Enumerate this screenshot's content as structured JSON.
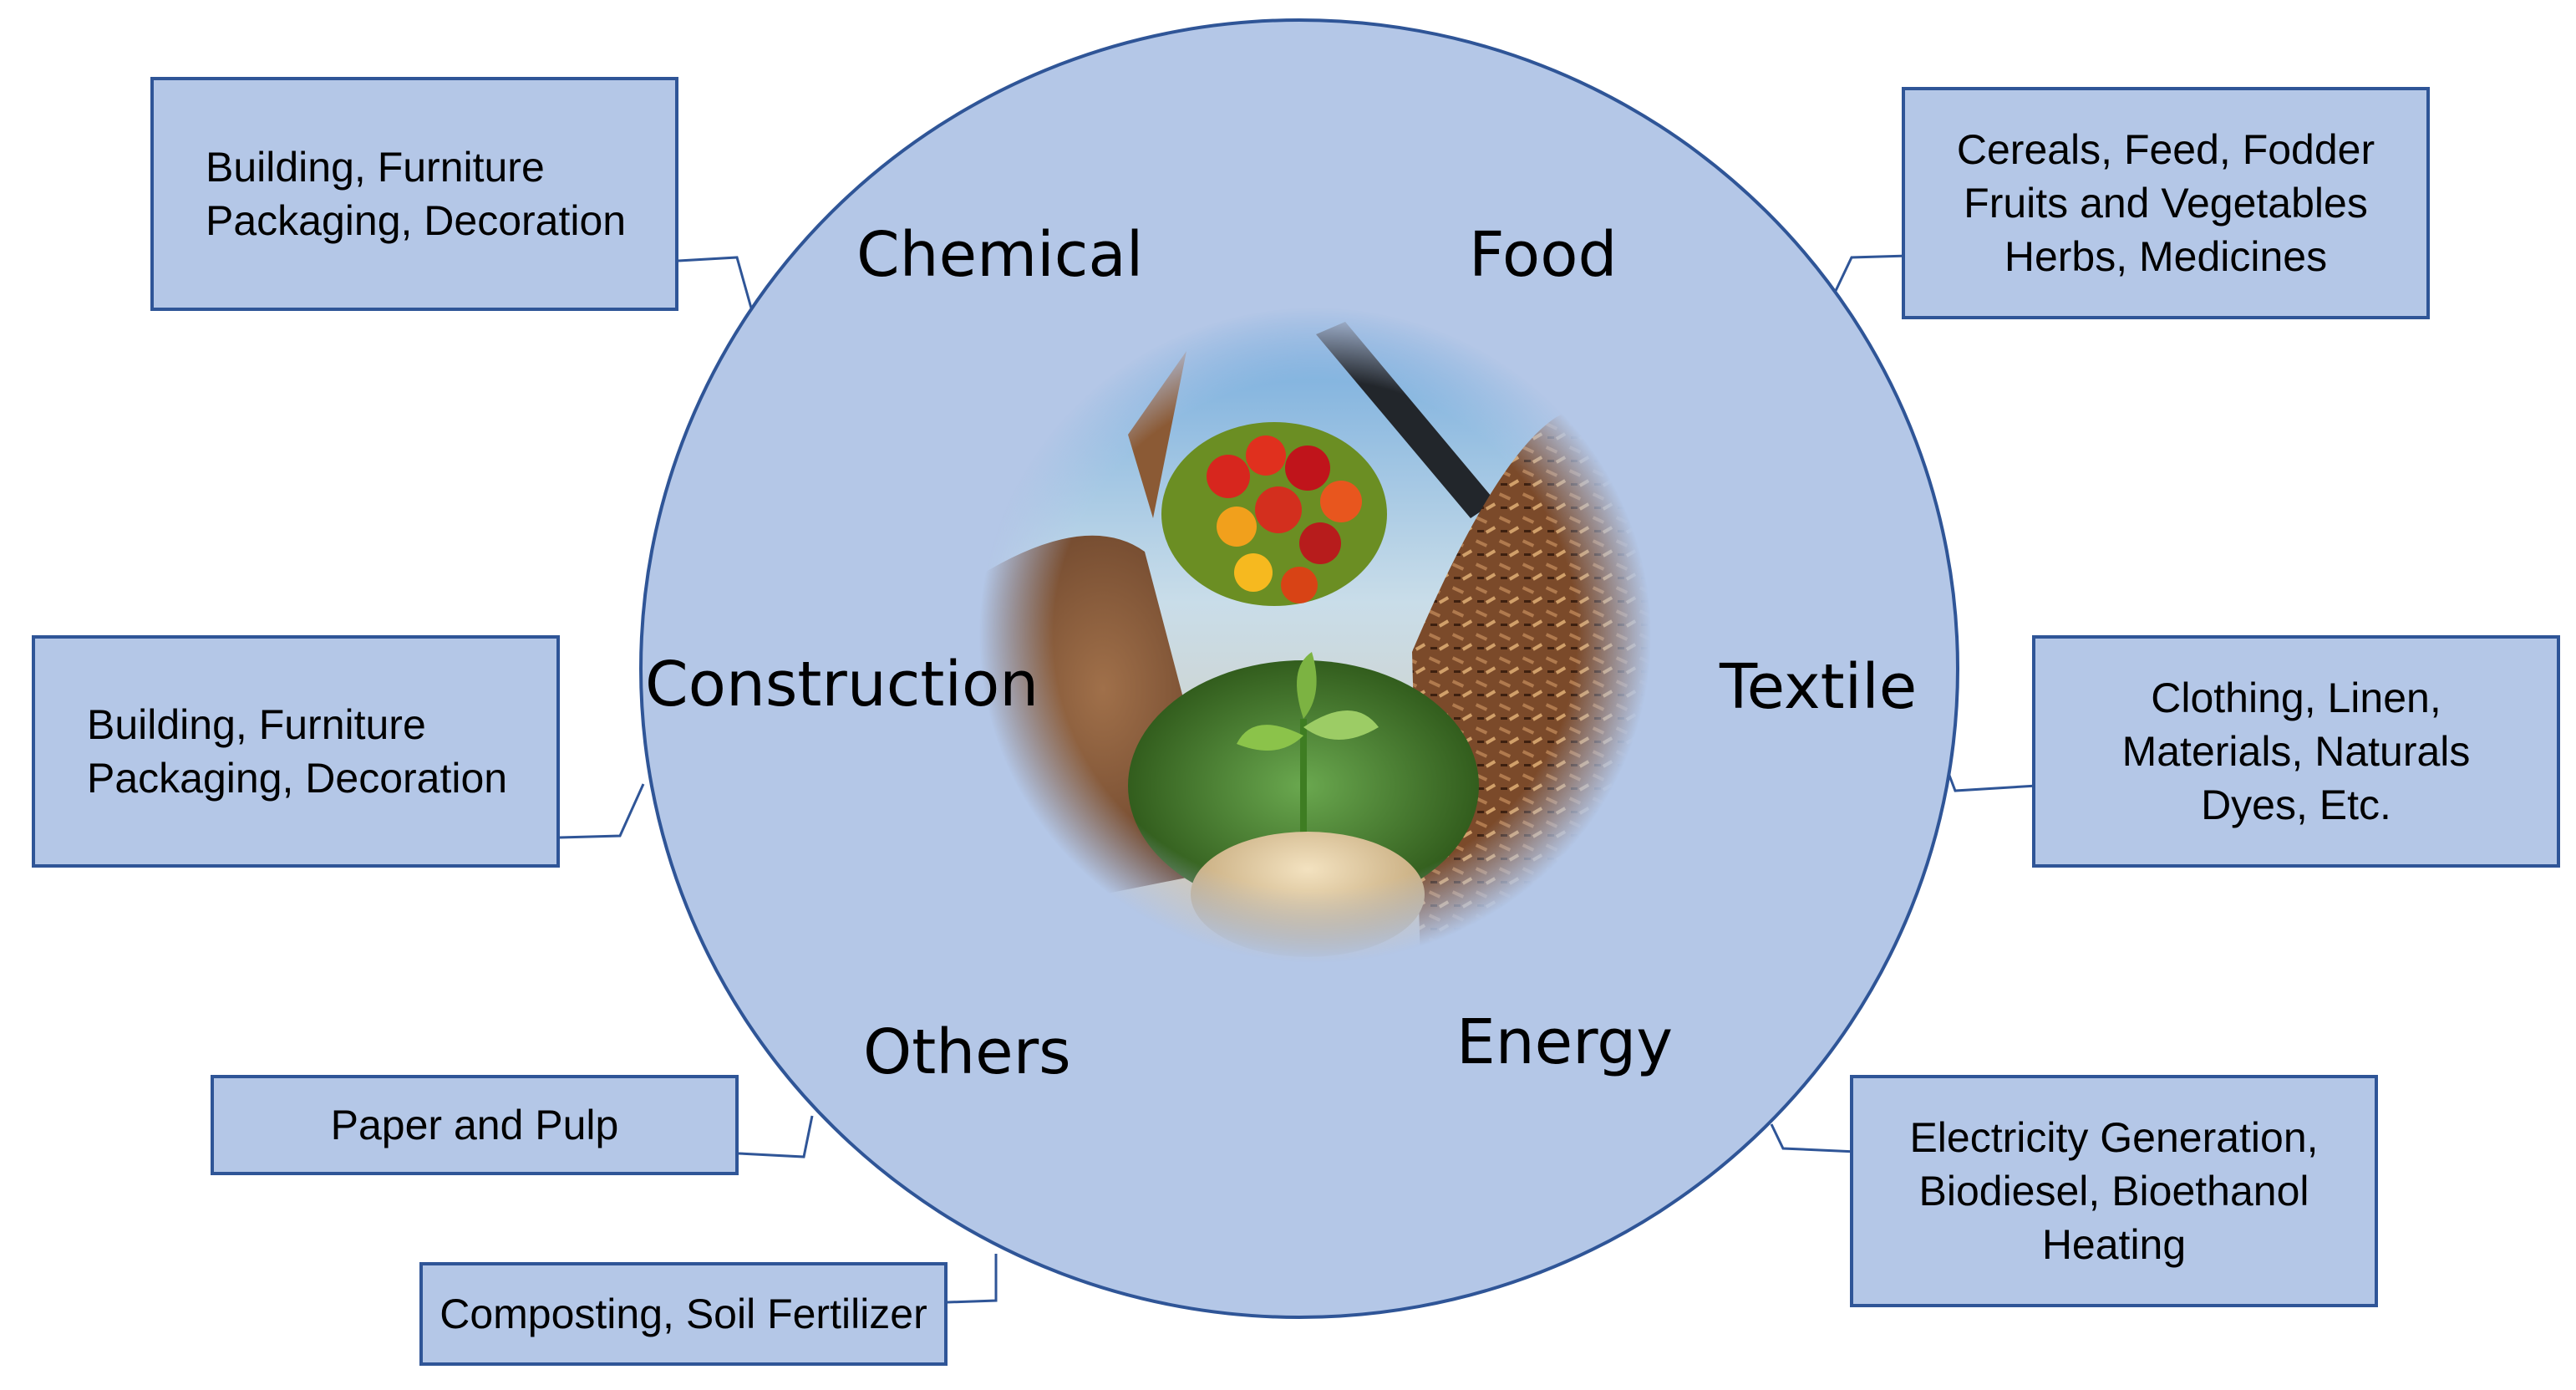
{
  "colors": {
    "circle_fill": "#b4c7e7",
    "circle_stroke": "#2f5597",
    "box_fill": "#b4c7e7",
    "box_stroke": "#2f5597",
    "connector": "#2f5597"
  },
  "center_image": {
    "icon": "biomass-photo-collage",
    "contents": [
      "vegetables-basket",
      "wood-chips",
      "seedling",
      "wood-pellets"
    ]
  },
  "sectors": {
    "chemical": "Chemical",
    "food": "Food",
    "construction": "Construction",
    "textile": "Textile",
    "others": "Others",
    "energy": "Energy"
  },
  "boxes": {
    "chemical": {
      "lines": [
        "Building,  Furniture",
        "Packaging,  Decoration"
      ]
    },
    "food": {
      "lines": [
        "Cereals, Feed, Fodder",
        "Fruits and Vegetables",
        "Herbs, Medicines"
      ]
    },
    "construction": {
      "lines": [
        "Building,  Furniture",
        "Packaging,  Decoration"
      ]
    },
    "textile": {
      "lines": [
        "Clothing,  Linen,",
        "Materials, Naturals",
        "Dyes, Etc."
      ]
    },
    "others_paper": {
      "lines": [
        "Paper and Pulp"
      ]
    },
    "others_compost": {
      "lines": [
        "Composting,  Soil Fertilizer"
      ]
    },
    "energy": {
      "lines": [
        "Electricity Generation,",
        "Biodiesel, Bioethanol",
        "Heating"
      ]
    }
  }
}
